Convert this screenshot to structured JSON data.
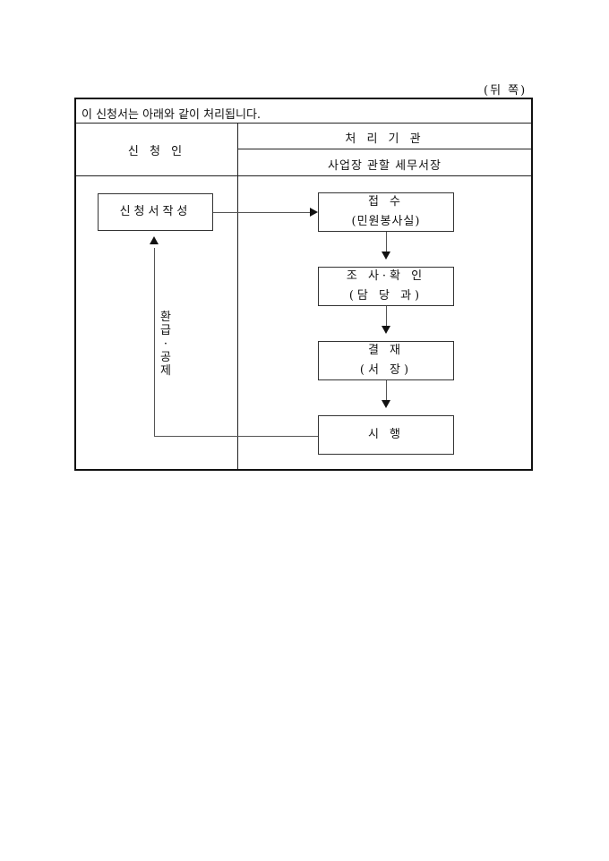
{
  "page_side": "(뒤 쪽)",
  "intro": "이 신청서는 아래와 같이 처리됩니다.",
  "columns": {
    "applicant": "신 청 인",
    "agency": "처 리 기 관",
    "agency_sub": "사업장 관할 세무서장"
  },
  "flow": {
    "write": "신청서작성",
    "receipt": {
      "line1": "접 수",
      "line2": "(민원봉사실)"
    },
    "review": {
      "line1": "조 사·확 인",
      "line2": "(담 당 과)"
    },
    "approve": {
      "line1": "결 재",
      "line2": "(서 장)"
    },
    "execute": "시 행"
  },
  "return_label": [
    "환",
    "급",
    "·",
    "공",
    "제"
  ]
}
